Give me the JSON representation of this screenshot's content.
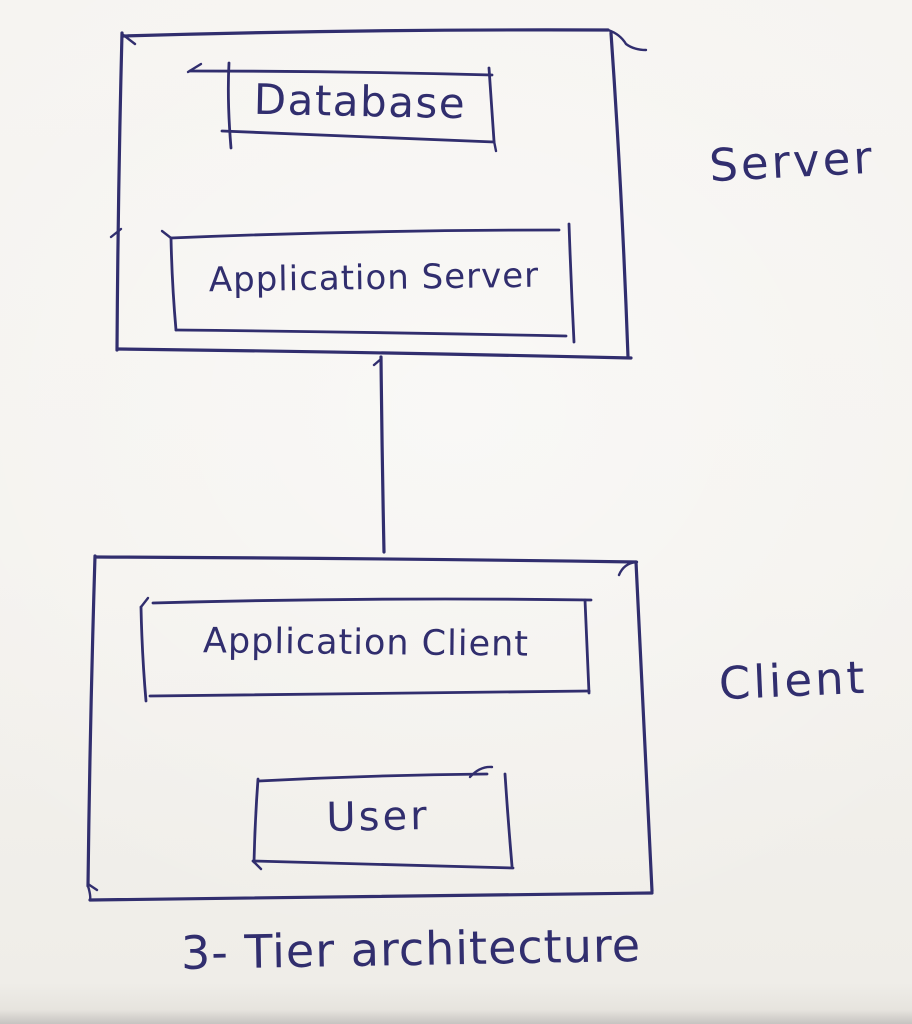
{
  "diagram": {
    "type": "hand-drawn block diagram",
    "caption": "3- Tier architecture",
    "colors": {
      "ink": "#312e6e",
      "paper": "#f4f2ee"
    },
    "tiers": [
      {
        "id": "server",
        "label": "Server",
        "boxes": [
          "Database",
          "Application Server"
        ]
      },
      {
        "id": "client",
        "label": "Client",
        "boxes": [
          "Application Client",
          "User"
        ]
      }
    ],
    "connector": {
      "from": "server",
      "to": "client",
      "style": "vertical line"
    }
  }
}
